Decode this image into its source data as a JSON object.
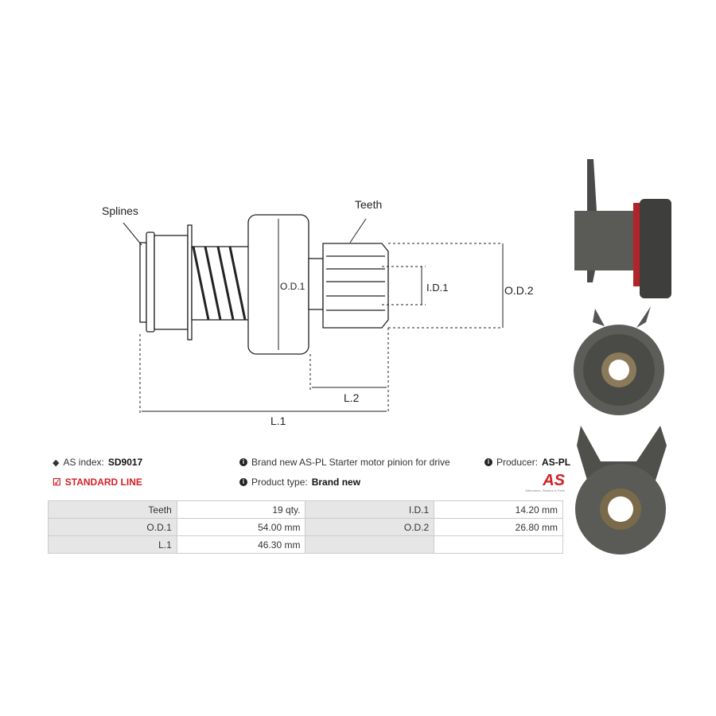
{
  "diagram": {
    "labels": {
      "splines": "Splines",
      "teeth": "Teeth",
      "od1": "O.D.1",
      "id1": "I.D.1",
      "od2": "O.D.2",
      "l1": "L.1",
      "l2": "L.2"
    }
  },
  "info": {
    "as_index_label": "AS index:",
    "as_index_value": "SD9017",
    "line": "STANDARD LINE",
    "description": "Brand new AS-PL Starter motor pinion for drive",
    "product_type_label": "Product type:",
    "product_type_value": "Brand new",
    "producer_label": "Producer:",
    "producer_value": "AS-PL",
    "logo_text": "AS",
    "logo_tagline": "Alternators, Starters & Parts"
  },
  "specs": [
    {
      "k1": "Teeth",
      "v1": "19 qty.",
      "k2": "I.D.1",
      "v2": "14.20 mm"
    },
    {
      "k1": "O.D.1",
      "v1": "54.00 mm",
      "k2": "O.D.2",
      "v2": "26.80 mm"
    },
    {
      "k1": "L.1",
      "v1": "46.30 mm",
      "k2": "",
      "v2": ""
    }
  ],
  "colors": {
    "accent": "#d32027"
  }
}
